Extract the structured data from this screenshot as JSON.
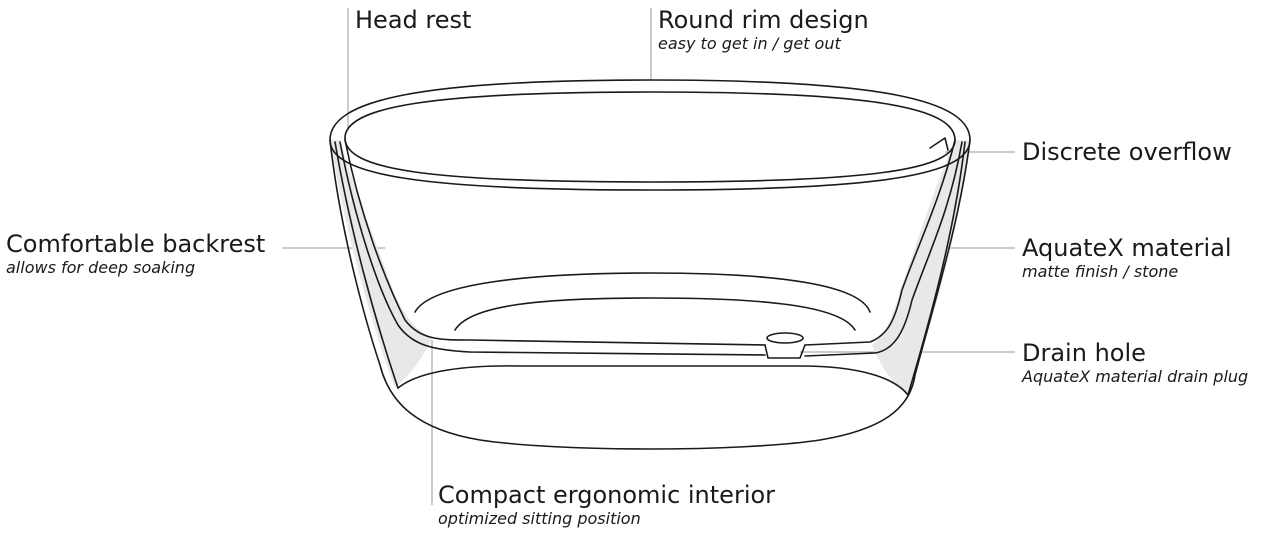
{
  "callouts": {
    "head_rest": {
      "title": "Head rest"
    },
    "round_rim": {
      "title": "Round rim design",
      "subtitle": "easy to get in / get out"
    },
    "overflow": {
      "title": "Discrete overflow"
    },
    "backrest": {
      "title": "Comfortable backrest",
      "subtitle": "allows for deep soaking"
    },
    "material": {
      "title": "AquateX material",
      "subtitle": "matte finish / stone"
    },
    "drain": {
      "title": "Drain hole",
      "subtitle": "AquateX material drain plug"
    },
    "interior": {
      "title": "Compact ergonomic interior",
      "subtitle": "optimized sitting position"
    }
  },
  "colors": {
    "line": "#1a1a1a",
    "leader": "#9a9a9a",
    "section_fill": "#e8e8e8"
  }
}
